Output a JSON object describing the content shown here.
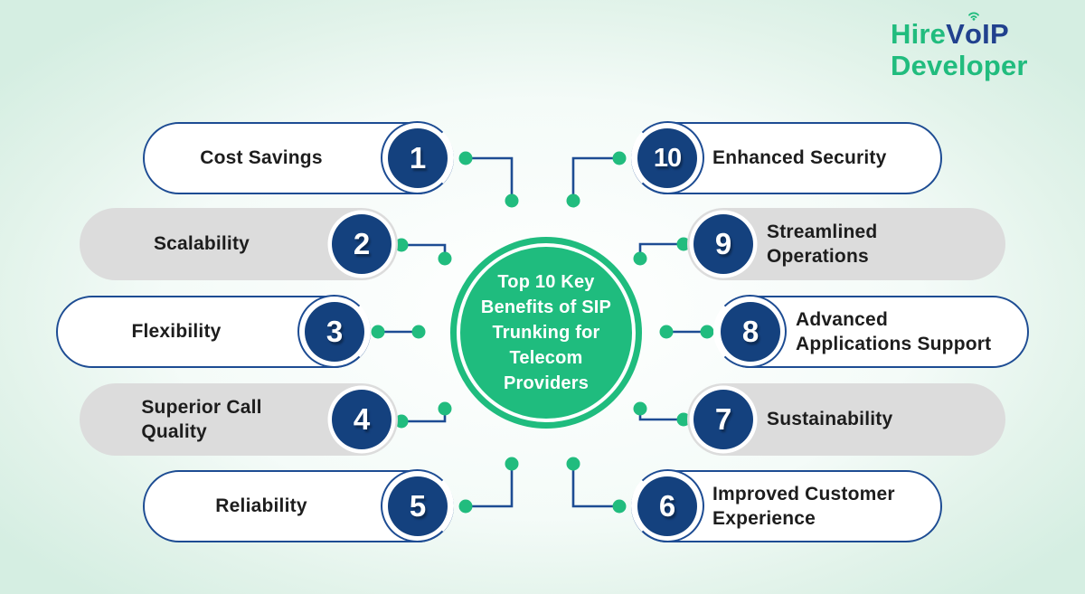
{
  "colors": {
    "green": "#21BC7E",
    "navy_fill": "#14417E",
    "navy_line": "#1D4C93",
    "logo_navy": "#21418E",
    "gray_pill": "#DCDCDC",
    "background_mint": "#D5EEE2",
    "label_text": "#1D1D1D"
  },
  "logo": {
    "hire": "Hire",
    "v": "V",
    "o": "o",
    "ip": "IP",
    "developer": "Developer",
    "wifi_icon": "wifi-signal-icon"
  },
  "center_circle": {
    "title": "Top 10 Key Benefits of SIP Trunking for Telecom Providers",
    "title_lines": [
      "Top 10 Key",
      "Benefits of SIP",
      "Trunking for",
      "Telecom",
      "Providers"
    ]
  },
  "left_items": [
    {
      "number": "1",
      "label": "Cost Savings",
      "label_lines": [
        "Cost Savings"
      ],
      "style": "outlined"
    },
    {
      "number": "2",
      "label": "Scalability",
      "label_lines": [
        "Scalability"
      ],
      "style": "filled"
    },
    {
      "number": "3",
      "label": "Flexibility",
      "label_lines": [
        "Flexibility"
      ],
      "style": "outlined"
    },
    {
      "number": "4",
      "label": "Superior Call Quality",
      "label_lines": [
        "Superior Call",
        "Quality"
      ],
      "style": "filled"
    },
    {
      "number": "5",
      "label": "Reliability",
      "label_lines": [
        "Reliability"
      ],
      "style": "outlined"
    }
  ],
  "right_items": [
    {
      "number": "10",
      "label": "Enhanced Security",
      "label_lines": [
        "Enhanced Security"
      ],
      "style": "outlined"
    },
    {
      "number": "9",
      "label": "Streamlined Operations",
      "label_lines": [
        "Streamlined",
        "Operations"
      ],
      "style": "filled"
    },
    {
      "number": "8",
      "label": "Advanced Applications Support",
      "label_lines": [
        "Advanced",
        "Applications Support"
      ],
      "style": "outlined"
    },
    {
      "number": "7",
      "label": "Sustainability",
      "label_lines": [
        "Sustainability"
      ],
      "style": "filled"
    },
    {
      "number": "6",
      "label": "Improved Customer Experience",
      "label_lines": [
        "Improved Customer",
        "Experience"
      ],
      "style": "outlined"
    }
  ]
}
